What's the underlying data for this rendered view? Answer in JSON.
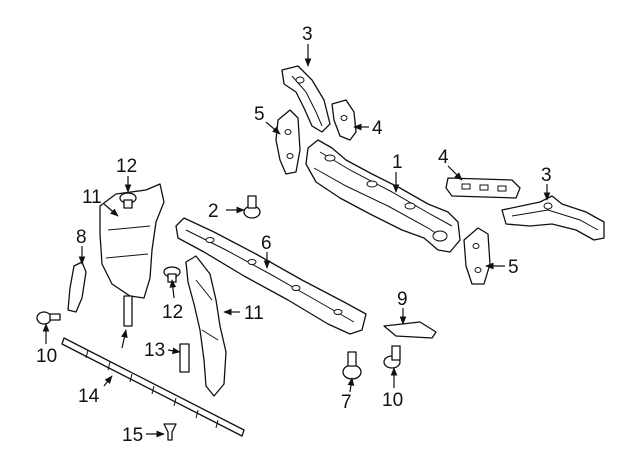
{
  "diagram": {
    "callouts": {
      "p1": "1",
      "p2": "2",
      "p3_top": "3",
      "p3_right": "3",
      "p4_top": "4",
      "p4_right": "4",
      "p5_left": "5",
      "p5_right": "5",
      "p6": "6",
      "p7": "7",
      "p8": "8",
      "p9": "9",
      "p10_left": "10",
      "p10_right": "10",
      "p11_left": "11",
      "p11_right": "11",
      "p12_top": "12",
      "p12_mid": "12",
      "p13": "13",
      "p14": "14",
      "p15": "15"
    }
  }
}
